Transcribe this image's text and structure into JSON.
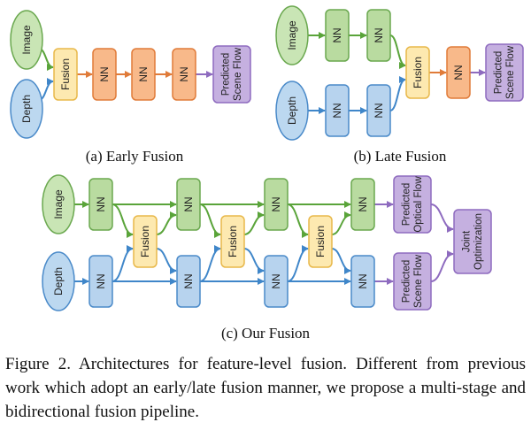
{
  "labels": {
    "image": "Image",
    "depth": "Depth",
    "fusion": "Fusion",
    "nn": "NN",
    "scene_flow_l1": "Predicted",
    "scene_flow_l2": "Scene Flow",
    "optical_flow_l1": "Predicted",
    "optical_flow_l2": "Optical Flow",
    "joint_l1": "Joint",
    "joint_l2": "Optimization"
  },
  "panels": {
    "a": "(a) Early Fusion",
    "b": "(b) Late Fusion",
    "c": "(c) Our Fusion"
  },
  "caption": "Figure 2.  Architectures for feature-level fusion.  Different from previous work which adopt an early/late fusion manner, we propose a multi-stage and bidirectional fusion pipeline.",
  "colors": {
    "image_fill": "#c9e5b5",
    "image_stroke": "#6aa84f",
    "depth_fill": "#bcd8f0",
    "depth_stroke": "#4a8ac9",
    "fusion_fill": "#fde9b0",
    "fusion_stroke": "#e8b84a",
    "nn_orange_fill": "#f8b98a",
    "nn_orange_stroke": "#e07b39",
    "nn_green_fill": "#b9dba0",
    "nn_green_stroke": "#6aa84f",
    "nn_blue_fill": "#b7d3ee",
    "nn_blue_stroke": "#4a8ac9",
    "output_fill": "#c5b0e0",
    "output_stroke": "#8e6bbf",
    "arrow_green": "#5aa43a",
    "arrow_blue": "#3f86c9",
    "arrow_orange": "#e07b39",
    "arrow_purple": "#8e6bbf"
  }
}
